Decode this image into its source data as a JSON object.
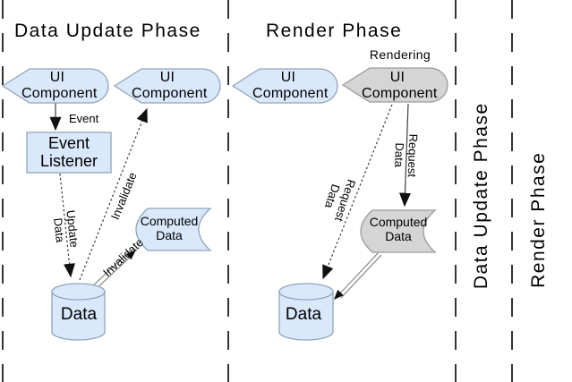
{
  "colors": {
    "node_blue": "#dae8fc",
    "node_gray": "#d5d5d5",
    "stroke_blue": "#8fa4ba",
    "stroke_gray": "#9a9a9a",
    "edge": "#3d3d3d",
    "edge_double": "#777777",
    "line": "#111111"
  },
  "lanes": {
    "update_title": "Data Update Phase",
    "render_title": "Render Phase",
    "side_update_label": "Data Update Phase",
    "side_render_label": "Render Phase"
  },
  "update_phase": {
    "ui_component_a": "UI Component",
    "ui_component_b": "UI Component",
    "event_listener": "Event Listener",
    "computed_data": "Computed Data",
    "data_store": "Data",
    "labels": {
      "event": "Event",
      "update_data": "Update Data",
      "invalidate_component": "Invalidate",
      "invalidate_computed": "Invalidate"
    }
  },
  "render_phase": {
    "ui_component_a": "UI Component",
    "ui_component_b": "UI Component",
    "rendering": "Rendering",
    "computed_data": "Computed Data",
    "data_store": "Data",
    "labels": {
      "request_data_store": "Request Data",
      "request_computed": "Request Data"
    }
  }
}
